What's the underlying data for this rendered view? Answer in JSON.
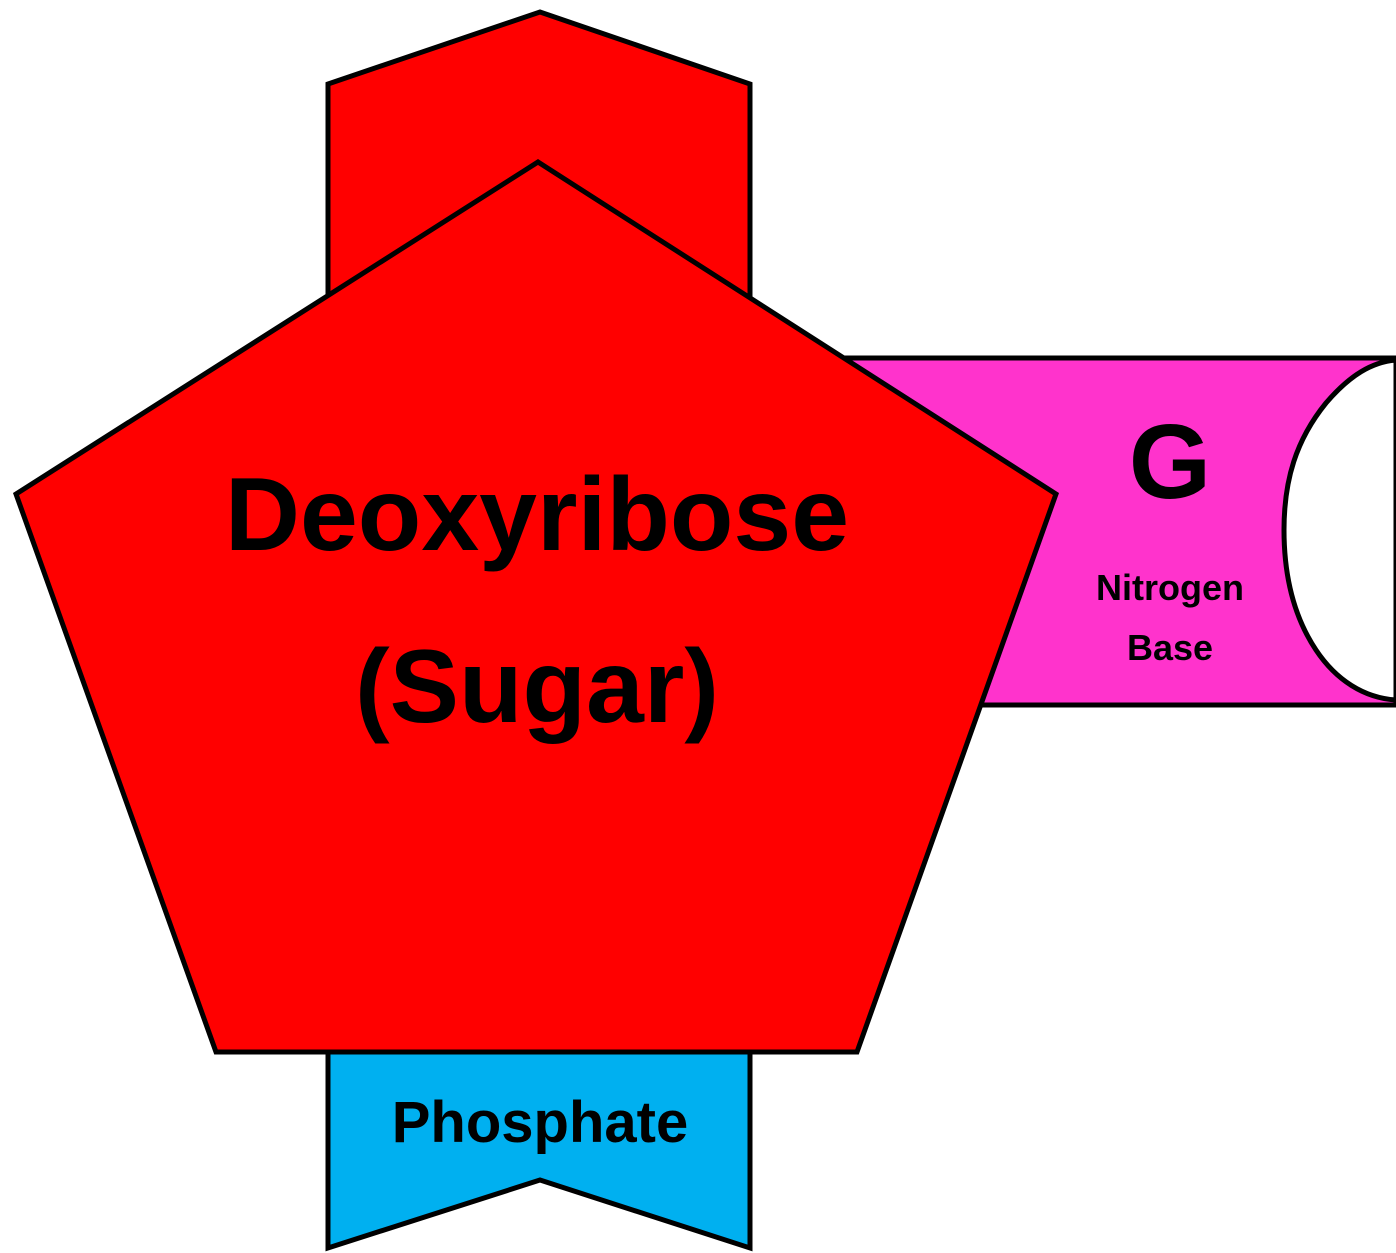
{
  "colors": {
    "sugar": "#ff0000",
    "base": "#ff33cc",
    "phosphate": "#00b0f0",
    "complement": "#ffffff",
    "outline": "#000000"
  },
  "sugar": {
    "line1": "Deoxyribose",
    "line2": "(Sugar)"
  },
  "base": {
    "letter": "G",
    "label_line1": "Nitrogen",
    "label_line2": "Base"
  },
  "phosphate": {
    "label": "Phosphate"
  }
}
